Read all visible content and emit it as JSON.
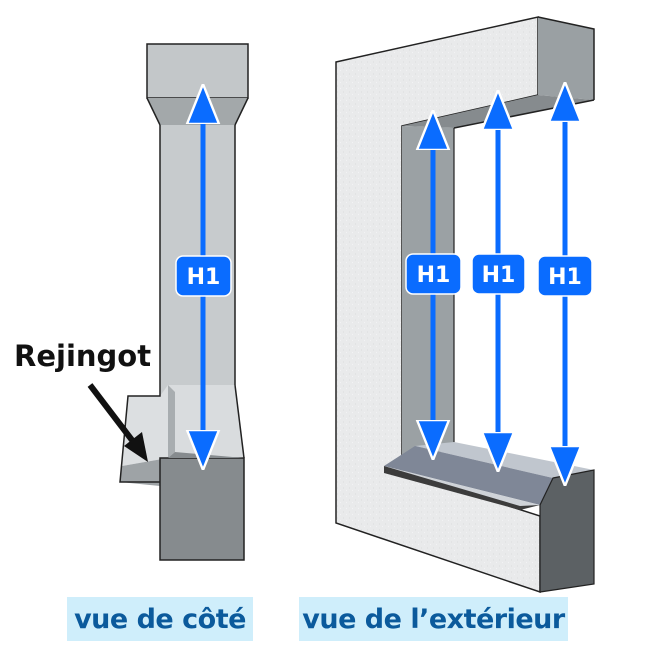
{
  "colors": {
    "arrow": "#0a6cff",
    "badge_fill": "#0a6cff",
    "badge_text": "#ffffff",
    "caption_bg": "#cfeefb",
    "caption_text": "#0b5a9c",
    "stone_light": "#e8e9ea",
    "stone_mid": "#c7cbcd",
    "stone_dark": "#9aa0a3",
    "stone_shadow": "#868b8e",
    "label_text": "#111111"
  },
  "side_view": {
    "label": "Rejingot",
    "dimension_label": "H1",
    "caption": "vue de côté",
    "icons": {
      "pointer": "pointer-arrow-icon",
      "dimension": "double-arrow-icon"
    }
  },
  "exterior_view": {
    "dimension_labels": [
      "H1",
      "H1",
      "H1"
    ],
    "caption": "vue de l’extérieur",
    "icons": {
      "dimension": "double-arrow-icon"
    }
  }
}
